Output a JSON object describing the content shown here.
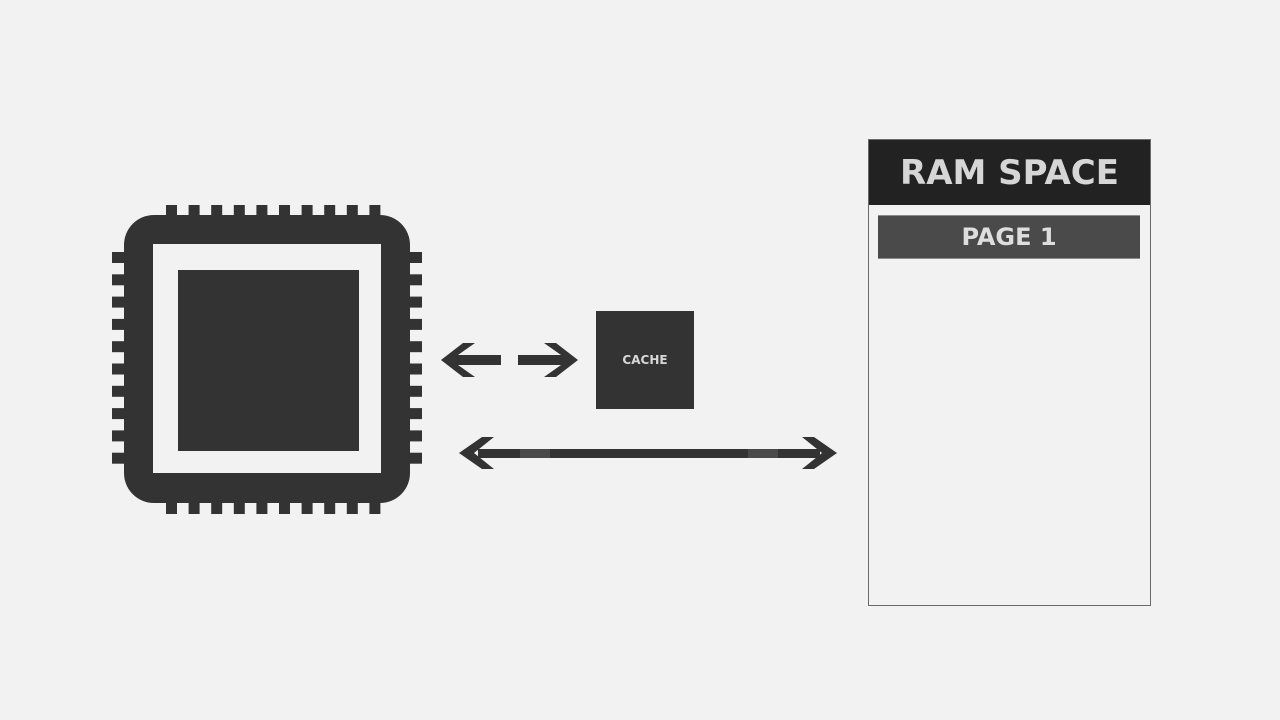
{
  "diagram": {
    "cache_label": "CACHE",
    "ram_title": "RAM SPACE",
    "pages": [
      "PAGE 1"
    ],
    "icons": {
      "processor": "cpu-chip-icon",
      "cache_link": "bidirectional-arrow-icon",
      "ram_link": "bidirectional-arrow-icon"
    },
    "colors": {
      "background": "#f2f2f2",
      "shape_dark": "#333333",
      "header_dark": "#222222",
      "page_bar": "#4a4a4a",
      "label_light": "#d8d8d8",
      "panel_border": "#6a6a6a"
    }
  }
}
